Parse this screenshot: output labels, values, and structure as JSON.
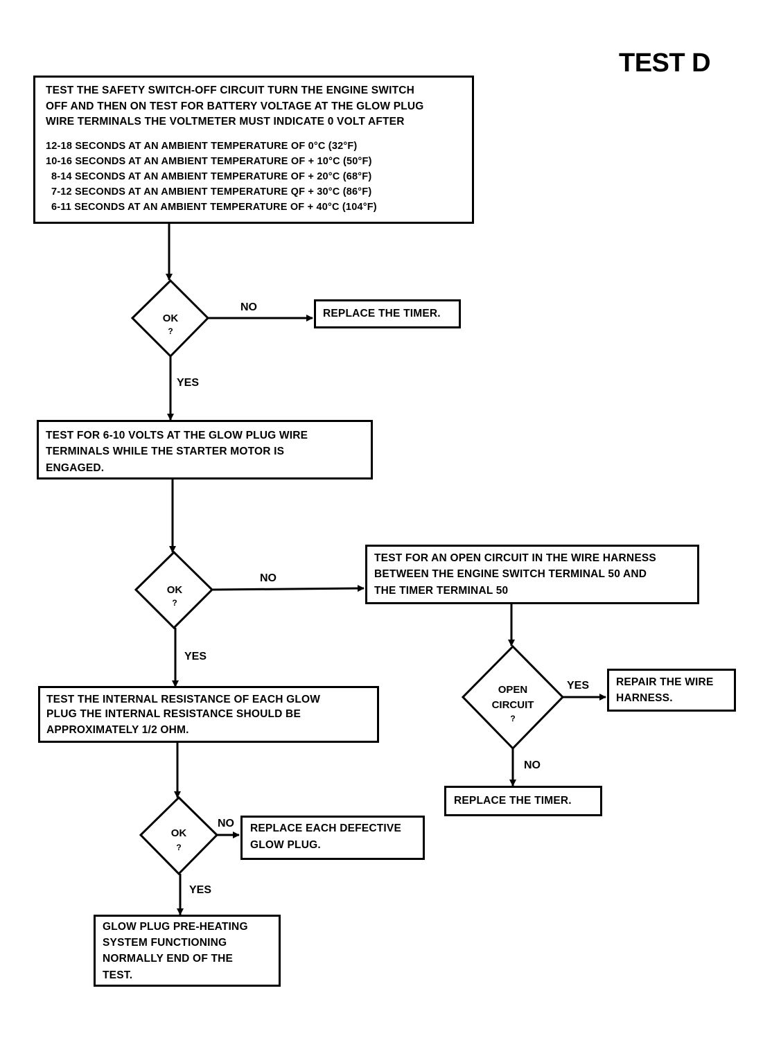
{
  "title": "TEST D",
  "box1": {
    "lines": [
      "TEST THE SAFETY SWITCH-OFF CIRCUIT  TURN THE ENGINE SWITCH",
      "OFF AND THEN ON  TEST FOR BATTERY VOLTAGE AT THE GLOW PLUG",
      "WIRE TERMINALS  THE VOLTMETER MUST INDICATE 0 VOLT AFTER"
    ],
    "temps": [
      "12-18 SECONDS AT AN AMBIENT TEMPERATURE OF 0°C (32°F)",
      "10-16 SECONDS AT AN AMBIENT TEMPERATURE OF  + 10°C (50°F)",
      "8-14 SECONDS AT AN AMBIENT TEMPERATURE OF  + 20°C (68°F)",
      "7-12 SECONDS AT AN AMBIENT TEMPERATURE QF  + 30°C (86°F)",
      "6-11 SECONDS AT AN AMBIENT TEMPERATURE OF  + 40°C (104°F)"
    ]
  },
  "decision1": {
    "line1": "OK",
    "line2": "?"
  },
  "decision2": {
    "line1": "OK",
    "line2": "?"
  },
  "decision3": {
    "line1": "OK",
    "line2": "?"
  },
  "decision4": {
    "line1": "OPEN",
    "line2": "CIRCUIT",
    "line3": "?"
  },
  "labels": {
    "no1": "NO",
    "yes1": "YES",
    "no2": "NO",
    "yes2": "YES",
    "no3": "NO",
    "yes3": "YES",
    "yes4": "YES",
    "no4": "NO"
  },
  "replace_timer_1": "REPLACE THE TIMER.",
  "box2": {
    "lines": [
      "TEST FOR 6-10 VOLTS AT THE GLOW PLUG WIRE",
      "TERMINALS WHILE THE STARTER MOTOR IS",
      "ENGAGED."
    ]
  },
  "open_circuit_box": {
    "lines": [
      "TEST FOR AN OPEN CIRCUIT IN THE WIRE HARNESS",
      "BETWEEN THE ENGINE SWITCH TERMINAL 50 AND",
      "THE TIMER TERMINAL 50"
    ]
  },
  "box3": {
    "lines": [
      "TEST THE INTERNAL RESISTANCE OF EACH GLOW",
      "PLUG  THE INTERNAL RESISTANCE SHOULD BE",
      "APPROXIMATELY 1/2 OHM."
    ]
  },
  "repair_box": {
    "lines": [
      "REPAIR THE WIRE",
      "HARNESS."
    ]
  },
  "replace_timer_2": "REPLACE THE TIMER.",
  "replace_plug_box": {
    "lines": [
      "REPLACE EACH DEFECTIVE",
      "GLOW PLUG."
    ]
  },
  "end_box": {
    "lines": [
      "GLOW PLUG PRE-HEATING",
      "SYSTEM FUNCTIONING",
      "NORMALLY  END OF THE",
      "TEST."
    ]
  }
}
